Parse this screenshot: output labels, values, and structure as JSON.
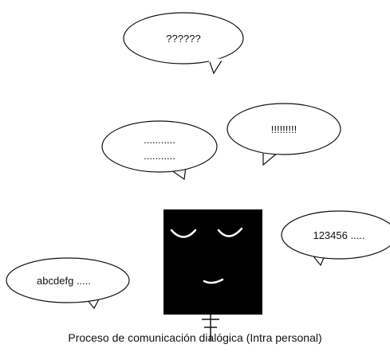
{
  "bubbles": {
    "top": {
      "text": "??????"
    },
    "middle_left": {
      "line1": "...........",
      "line2": "..........."
    },
    "middle_right": {
      "text": "!!!!!!!!!"
    },
    "right": {
      "text": "123456 ....."
    },
    "left": {
      "text": "abcdefg ....."
    }
  },
  "caption": "Proceso de comunicación dialógica (Intra personal)",
  "colors": {
    "ink": "#111111",
    "face": "#000000",
    "features": "#ffffff"
  }
}
